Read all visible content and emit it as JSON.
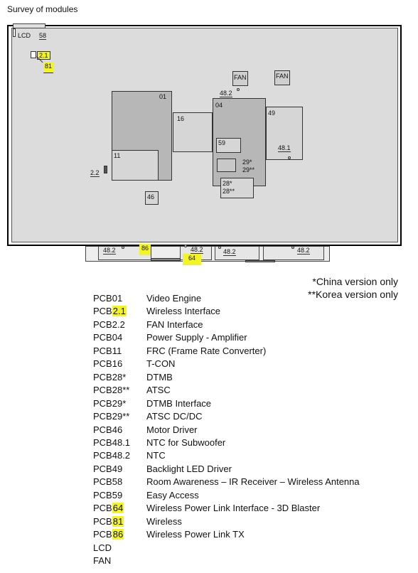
{
  "title": "Survey of modules",
  "diagram": {
    "labels": {
      "lcd": "LCD",
      "m58": "58",
      "m2_1": "2.1",
      "m81": "81",
      "fan1": "FAN",
      "fan2": "FAN",
      "m48_2_top": "48.2",
      "m01": "01",
      "m16": "16",
      "m04": "04",
      "m49": "49",
      "m59": "59",
      "m11": "11",
      "m48_1": "48.1",
      "m2_2": "2.2",
      "m29a": "29*",
      "m29b": "29**",
      "m28a": "28*",
      "m28b": "28**",
      "m46": "46",
      "s48_2_a": "48.2",
      "s86": "86",
      "s48_2_b": "48.2",
      "s64": "64",
      "s48_2_c": "48.2",
      "s48_2_d": "48.2"
    }
  },
  "notes": {
    "china": "*China version only",
    "korea": "**Korea version only"
  },
  "legend": [
    {
      "prefix": "PCB01",
      "hl": "",
      "desc": "Video Engine"
    },
    {
      "prefix": "PCB",
      "hl": "2.1",
      "desc": "Wireless Interface"
    },
    {
      "prefix": "PCB2.2",
      "hl": "",
      "desc": "FAN Interface"
    },
    {
      "prefix": "PCB04",
      "hl": "",
      "desc": "Power Supply - Amplifier"
    },
    {
      "prefix": "PCB11",
      "hl": "",
      "desc": "FRC (Frame Rate Converter)"
    },
    {
      "prefix": "PCB16",
      "hl": "",
      "desc": "T-CON"
    },
    {
      "prefix": "PCB28*",
      "hl": "",
      "desc": "DTMB"
    },
    {
      "prefix": "PCB28**",
      "hl": "",
      "desc": "ATSC"
    },
    {
      "prefix": "PCB29*",
      "hl": "",
      "desc": "DTMB Interface"
    },
    {
      "prefix": "PCB29**",
      "hl": "",
      "desc": "ATSC DC/DC"
    },
    {
      "prefix": "PCB46",
      "hl": "",
      "desc": "Motor Driver"
    },
    {
      "prefix": "PCB48.1",
      "hl": "",
      "desc": "NTC for Subwoofer"
    },
    {
      "prefix": "PCB48.2",
      "hl": "",
      "desc": "NTC"
    },
    {
      "prefix": "PCB49",
      "hl": "",
      "desc": "Backlight LED Driver"
    },
    {
      "prefix": "PCB58",
      "hl": "",
      "desc": "Room Awareness – IR Receiver – Wireless Antenna"
    },
    {
      "prefix": "PCB59",
      "hl": "",
      "desc": "Easy Access"
    },
    {
      "prefix": "PCB",
      "hl": "64",
      "desc": "Wireless Power Link Interface - 3D Blaster"
    },
    {
      "prefix": "PCB",
      "hl": "81",
      "desc": "Wireless"
    },
    {
      "prefix": "PCB",
      "hl": "86",
      "desc": "Wireless Power Link TX"
    },
    {
      "prefix": "LCD",
      "hl": "",
      "desc": ""
    },
    {
      "prefix": "FAN",
      "hl": "",
      "desc": ""
    }
  ]
}
